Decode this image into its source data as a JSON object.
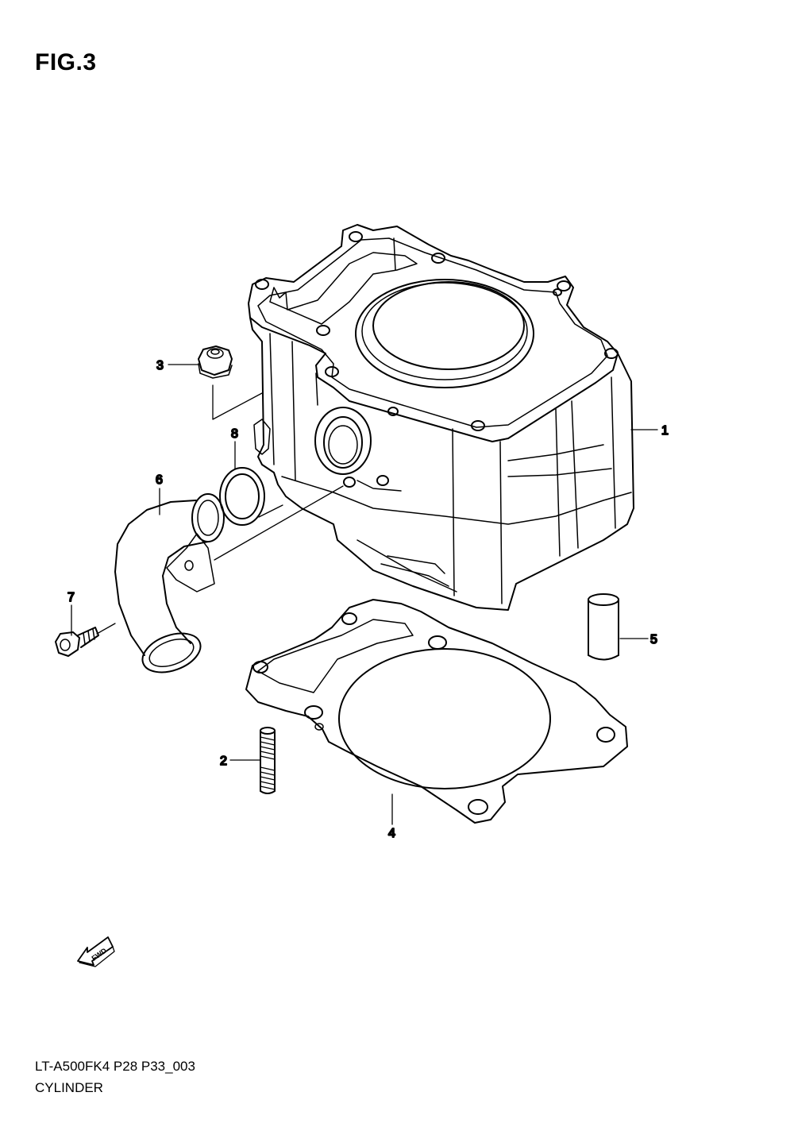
{
  "figure": {
    "title": "FIG.3",
    "code": "LT-A500FK4 P28 P33_003",
    "name": "CYLINDER",
    "fwd_label": "FWD"
  },
  "callouts": {
    "c1": "1",
    "c2": "2",
    "c3": "3",
    "c4": "4",
    "c5": "5",
    "c6": "6",
    "c7": "7",
    "c8": "8"
  },
  "colors": {
    "line": "#000000",
    "background": "#ffffff"
  }
}
